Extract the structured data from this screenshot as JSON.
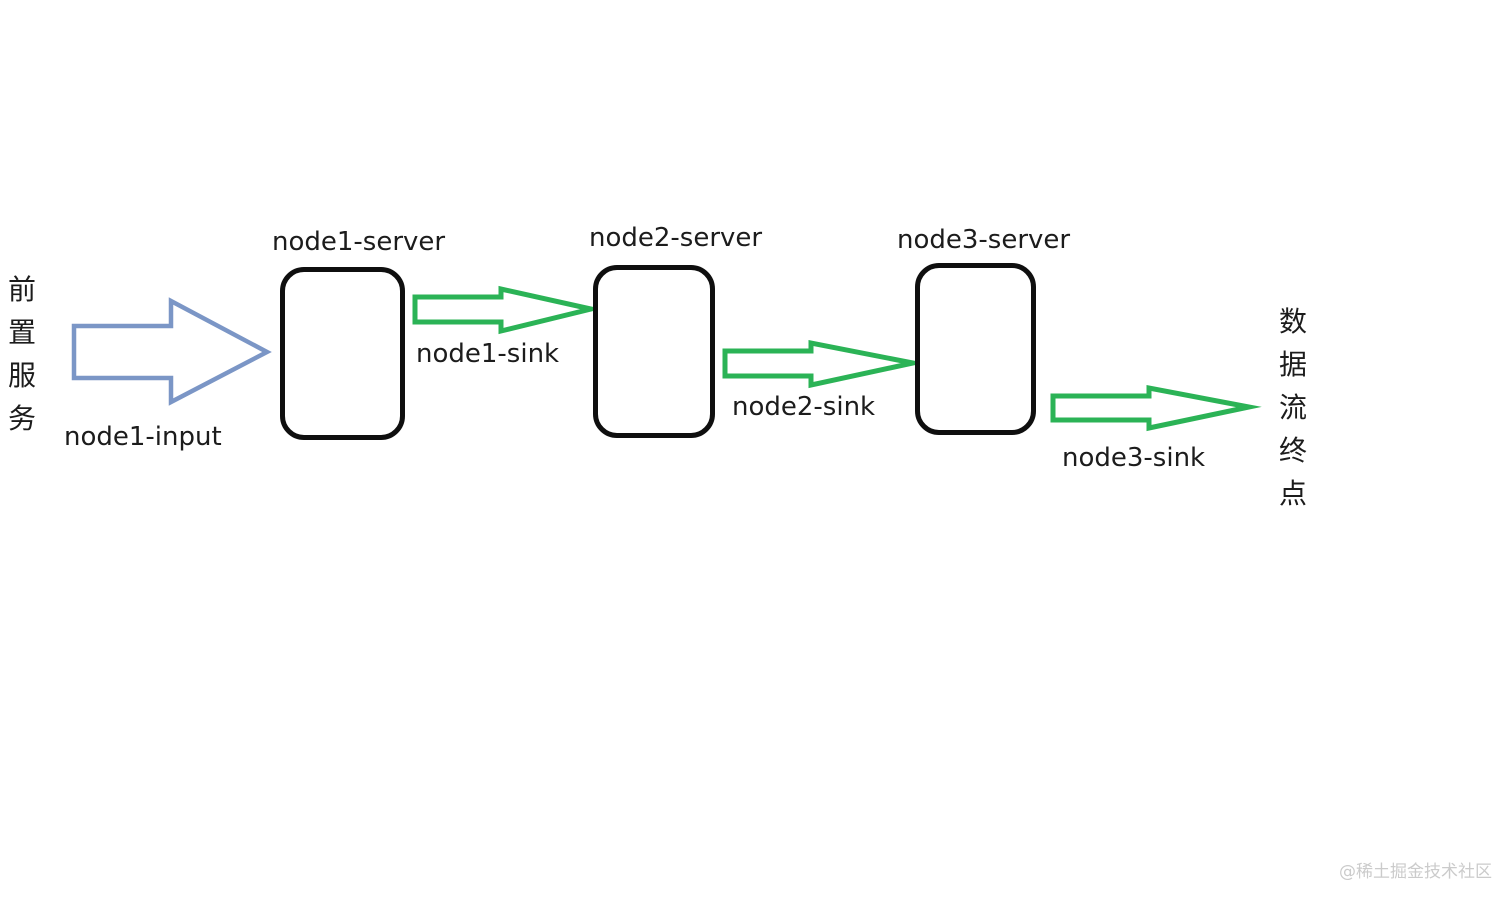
{
  "colors": {
    "background": "#ffffff",
    "blue_arrow": "#7b96c6",
    "green_arrow": "#2bb356",
    "box_border": "#0f0f0f",
    "text": "#1c1c1c",
    "watermark": "#cbcbcb"
  },
  "left_text": {
    "text": "前置服务",
    "chars": [
      "前",
      "置",
      "服",
      "务"
    ]
  },
  "right_text": {
    "text": "数据流终点",
    "chars": [
      "数",
      "据",
      "流",
      "终",
      "点"
    ]
  },
  "input_arrow": {
    "label": "node1-input"
  },
  "nodes": [
    {
      "server_label": "node1-server",
      "sink_label": "node1-sink"
    },
    {
      "server_label": "node2-server",
      "sink_label": "node2-sink"
    },
    {
      "server_label": "node3-server",
      "sink_label": "node3-sink"
    }
  ],
  "watermark": "@稀土掘金技术社区"
}
